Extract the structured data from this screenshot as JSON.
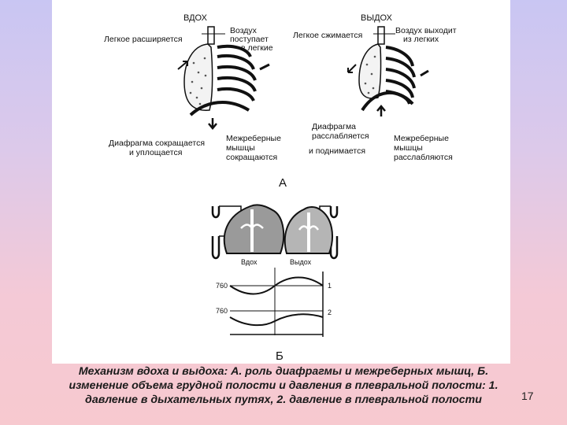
{
  "panel_a": {
    "inhale": {
      "title": "ВДОХ",
      "lung_label": "Легкое расширяется",
      "air_label": [
        "Воздух",
        "поступает",
        "в легкие"
      ],
      "diaphragm_label": [
        "Диафрагма сокращается",
        "и уплощается"
      ],
      "muscles_label": [
        "Межреберные",
        "мышцы",
        "сокращаются"
      ]
    },
    "exhale": {
      "title": "ВЫДОХ",
      "lung_label": "Легкое сжимается",
      "air_label": [
        "Воздух выходит",
        "из легких"
      ],
      "diaphragm_label": [
        "Диафрагма",
        "расслабляется",
        "и поднимается"
      ],
      "muscles_label": [
        "Межреберные",
        "мышцы",
        "расслабляются"
      ]
    },
    "panel_letter": "А"
  },
  "panel_b": {
    "inhale_label": "Вдох",
    "exhale_label": "Выдох",
    "trace1_value": "760",
    "trace2_value": "760",
    "trace1_number": "1",
    "trace2_number": "2",
    "panel_letter": "Б"
  },
  "caption": [
    "Механизм вдоха и выдоха: А. роль диафрагмы и межреберных мышц, Б.",
    "изменение объема грудной полости и давления в плевральной полости: 1.",
    "давление в дыхательных путях, 2. давление в плевральной полости"
  ],
  "slide_number": "17"
}
